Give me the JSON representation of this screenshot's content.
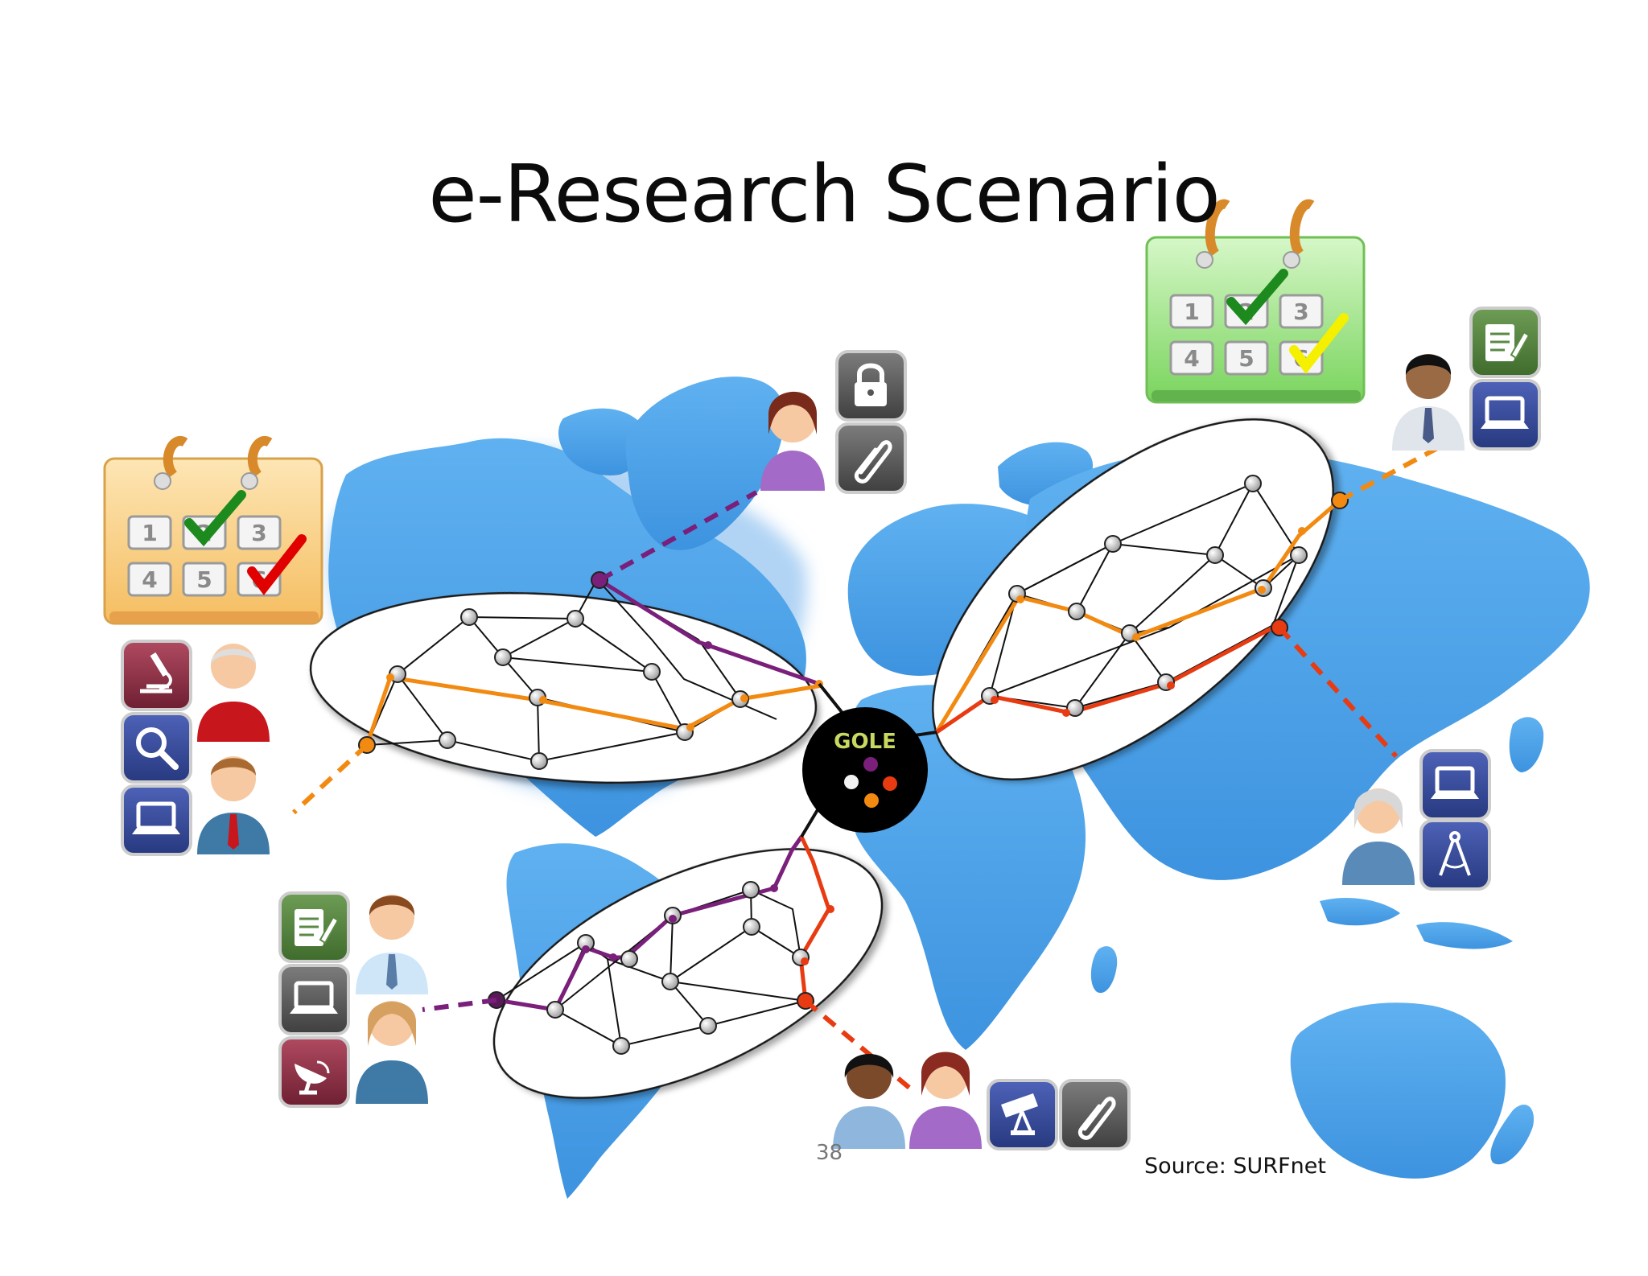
{
  "slide": {
    "title": "e-Research Scenario",
    "source": "Source: SURFnet",
    "page_number": "38",
    "hub_label": "GOLE"
  },
  "calendars": [
    {
      "cells": [
        "1",
        "2",
        "3",
        "4",
        "5",
        "6"
      ],
      "checks": [
        "green-check-icon",
        "red-check-icon"
      ],
      "color": "#f7cf86"
    },
    {
      "cells": [
        "1",
        "2",
        "3",
        "4",
        "5",
        "6"
      ],
      "checks": [
        "green-check-icon",
        "yellow-check-icon"
      ],
      "color": "#9fe38a"
    }
  ],
  "networks": {
    "west": {
      "path_colors": [
        "#f28a12",
        "#7a1f7a"
      ]
    },
    "east": {
      "path_colors": [
        "#f28a12",
        "#e83b12"
      ]
    },
    "south": {
      "path_colors": [
        "#7a1f7a",
        "#e83b12"
      ]
    }
  },
  "user_groups": [
    {
      "location": "north-america",
      "icons": [
        "lock-icon",
        "paperclip-icon"
      ]
    },
    {
      "location": "west",
      "icons": [
        "microscope-icon",
        "magnifier-icon",
        "laptop-icon"
      ]
    },
    {
      "location": "south-america",
      "icons": [
        "notepad-icon",
        "laptop-icon",
        "satellite-dish-icon"
      ]
    },
    {
      "location": "africa",
      "icons": [
        "telescope-icon",
        "paperclip-icon"
      ]
    },
    {
      "location": "asia-north",
      "icons": [
        "notepad-icon",
        "laptop-icon"
      ]
    },
    {
      "location": "asia-east",
      "icons": [
        "laptop-icon",
        "compass-icon"
      ]
    }
  ],
  "colors": {
    "map": "#4aa2ea",
    "orange": "#f28a12",
    "purple": "#7a1f7a",
    "red": "#e83b12",
    "hub": "#000000",
    "hub_text": "#c8d860"
  }
}
